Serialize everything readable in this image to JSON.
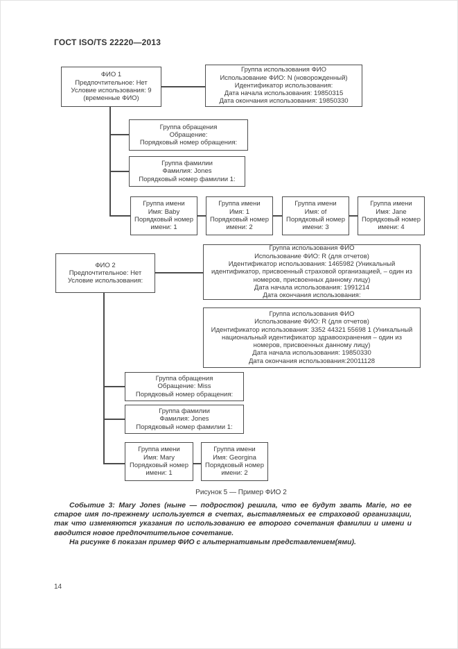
{
  "page": {
    "header": "ГОСТ ISO/TS 22220—2013",
    "figure_caption": "Рисунок 5 — Пример ФИО 2",
    "page_number": "14",
    "paragraph_1": "Событие 3: Mary Jones (ныне — подросток) решила, что ее будут звать Marie, но ее старое имя по-прежнему используется в счетах, выставляемых ее страховой организации, так что изменяются указания по использованию ее второго сочетания фамилии и имени и вводится новое предпочтительное сочетание.",
    "paragraph_2": "На рисунке 6 показан пример ФИО с альтернативным представлением(ями)."
  },
  "colors": {
    "line": "#4b4b4b",
    "text": "#3a3a3a",
    "background": "#ffffff"
  },
  "diagram": {
    "fio1": [
      "ФИО 1",
      "Предпочтительное: Нет",
      "Условие использования: 9",
      "(временные ФИО)"
    ],
    "use1": [
      "Группа использования ФИО",
      "Использование ФИО: N (новорожденный)",
      "Идентификатор использования:",
      "Дата начала использования: 19850315",
      "Дата окончания использования: 19850330"
    ],
    "obr1": [
      "Группа обращения",
      "Обращение:",
      "Порядковый номер обращения:"
    ],
    "fam1": [
      "Группа фамилии",
      "Фамилия: Jones",
      "Порядковый номер фамилии 1:"
    ],
    "name1": [
      "Группа имени",
      "Имя: Baby",
      "Порядковый номер",
      "имени: 1"
    ],
    "name2": [
      "Группа имени",
      "Имя: 1",
      "Порядковый номер",
      "имени: 2"
    ],
    "name3": [
      "Группа имени",
      "Имя: of",
      "Порядковый номер",
      "имени: 3"
    ],
    "name4": [
      "Группа имени",
      "Имя: Jane",
      "Порядковый номер",
      "имени: 4"
    ],
    "fio2": [
      "ФИО 2",
      "Предпочтительное: Нет",
      "Условие использования:"
    ],
    "use2a": [
      "Группа использования ФИО",
      "Использование ФИО: R (для отчетов)",
      "Идентификатор использования: 1465982 (Уникальный",
      "идентификатор, присвоенный страховой организацией, – один из",
      "номеров, присвоенных данному лицу)",
      "Дата начала использования: 1991214",
      "Дата окончания использования:"
    ],
    "use2b": [
      "Группа использования ФИО",
      "Использование ФИО: R (для отчетов)",
      "Идентификатор использования: 3352 44321 55698 1 (Уникальный",
      "национальный идентификатор здравоохранения – один из",
      "номеров, присвоенных данному лицу)",
      "Дата начала использования: 19850330",
      "Дата окончания использования:20011128"
    ],
    "obr2": [
      "Группа обращения",
      "Обращение: Miss",
      "Порядковый номер обращения:"
    ],
    "fam2": [
      "Группа фамилии",
      "Фамилия: Jones",
      "Порядковый номер фамилии 1:"
    ],
    "name5": [
      "Группа имени",
      "Имя: Mary",
      "Порядковый номер",
      "имени: 1"
    ],
    "name6": [
      "Группа имени",
      "Имя: Georgina",
      "Порядковый номер",
      "имени: 2"
    ]
  }
}
